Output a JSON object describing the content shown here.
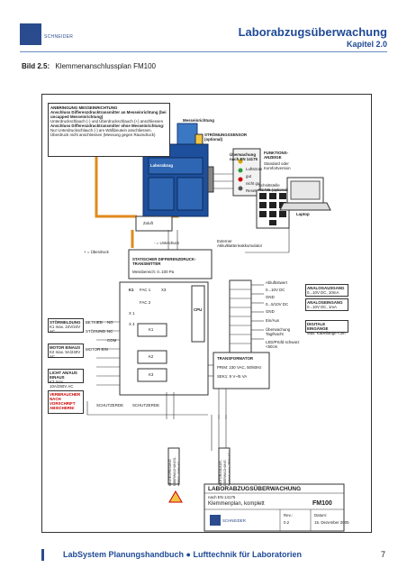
{
  "header": {
    "logo_text": "SCHNEIDER",
    "title": "Laborabzugsüberwachung",
    "chapter": "Kapitel 2.0"
  },
  "caption": {
    "figure": "Bild 2.5:",
    "text": "Klemmenanschlussplan FM100"
  },
  "diagram": {
    "instructions_title": "ANBRINGUNG MESSEINRICHTUNG",
    "instructions_1_title": "Anschluss Differenzdrucktransmitter an Messeinrichtung (bei uncapped Messeinrichtung)",
    "instructions_1_text": "Unterdruckschlauch (-) und Überdruckschlauch (+) anschliessen",
    "instructions_2_title": "Anschluss Differenzdrucktransmitter ohne Messeinrichtung:",
    "instructions_2_text": "Nur Unterdruckschlauch (-) am Wäßbeutein anschliessen. Überdruck nicht anschliessen (Messung gegen Raumdruck)",
    "messeinrichtung": "Messeinrichtung",
    "stroemungssensor": "STRÖMUNGSSENSOR (optional)",
    "laborabzug": "Laborabzug",
    "zuluft": "Zuluft",
    "ueberwachung": "Überwachung nach EN 14175",
    "funktionsanzeige": "FUNKTIONS-ANZEIGE",
    "funktionsanzeige_sub": "Standard oder Komfortversion",
    "anz_luftstrom": "Luftstrom",
    "anz_gut": "gut",
    "anz_nicht_gut": "nicht gut",
    "anz_reset": "Reset",
    "schnittstelle": "Schnittstelle RS485 (optional)",
    "laptop": "Laptop",
    "unterdruck": "- = Unterdruck",
    "ueberdruck": "+ = Überdruck",
    "externer": "Externer Akku/Batterieakkumulator",
    "transmitter": "STATISCHER DIFFERENZDRUCK-TRANSMITTER",
    "transmitter_range": "Messbereich: 0..100 Pa",
    "fac1": "FAC 1",
    "fac2": "FAC 2",
    "x3": "X3",
    "x1": "X 1",
    "x4": "X 4",
    "k1": "K1",
    "k2": "K2",
    "k3": "K3",
    "cpu": "CPU",
    "transformator": "TRANSFORMATOR",
    "trafo_prim": "PRIM: 230 VAC, 50/60Hz",
    "trafo_sek": "SEK1: 9 V~/5 VA",
    "stoermeldung_title": "STÖRMELDUNG",
    "stoermeldung_sub": "K1 max. 24V/24V AC",
    "motor_title": "MOTOR EINAUS",
    "motor_sub": "K2 max. 5A/240V AC",
    "licht_title": "LICHT AN/AUS EINAUS",
    "licht_sub": "K3 max. 10A/250V AC",
    "verbraucher": "VERBRAUCHER NACH VORSCHRIFT ABSICHERN!",
    "betrieb": "BETRIEB",
    "stoerung": "STÖRUNG",
    "motor_ein": "MOTOR EIN",
    "no": "NO",
    "nc": "NC",
    "com": "COM",
    "schutzerde": "SCHUTZERDE",
    "kontakt_label": "Kontakt",
    "analog_title": "ANALOGAUSGANG",
    "analog_sub": "0...10V DC, 10mA",
    "analog_ein_title": "ANALOGEINGANG",
    "analog_ein_sub": "0...10V DC, 1mA",
    "digital_title": "DIGITALE EINGÄNGE",
    "digital_sub": "Max. Kabellänge <3m",
    "istwert": "Abluftistwert",
    "ausgang_v": "0...10V DC",
    "gnd": "GND",
    "sollwert": "0...5/10V DC",
    "gnd2": "GND",
    "einaus": "Ein/Aus",
    "tagnacht": "Überwachung Tag/Nacht",
    "ledprog": "LED/Prüfd schwarz <50cm",
    "bottom_1": "EINGESPEISUNG ÜBERWACHUNGS-KREIS, 230V AC ... 50/60Hz",
    "bottom_2": "MOTOR/AN/AUS-ÜBERWACHUNG Kontakt: max. 250V AC / 5A / 1250VA",
    "tb_title": "LABORABZUGSÜBERWACHUNG",
    "tb_subtitle": "nach EN 14175",
    "tb_desc": "Klemmenplan, komplett",
    "tb_model": "FM100",
    "tb_rev_label": "Rev.:",
    "tb_rev": "0.2",
    "tb_date_label": "Datum:",
    "tb_date": "15. Dezember 2005",
    "tb_logo": "SCHNEIDER"
  },
  "footer": {
    "text": "LabSystem Planungshandbuch ● Lufttechnik für Laboratorien",
    "page": "7"
  },
  "colors": {
    "brand_blue": "#1f4a96",
    "sensor_blue": "#3b78c4",
    "hood_blue": "#1d4f9c",
    "hose_orange": "#e08a1c",
    "warning_red": "#c00000"
  }
}
